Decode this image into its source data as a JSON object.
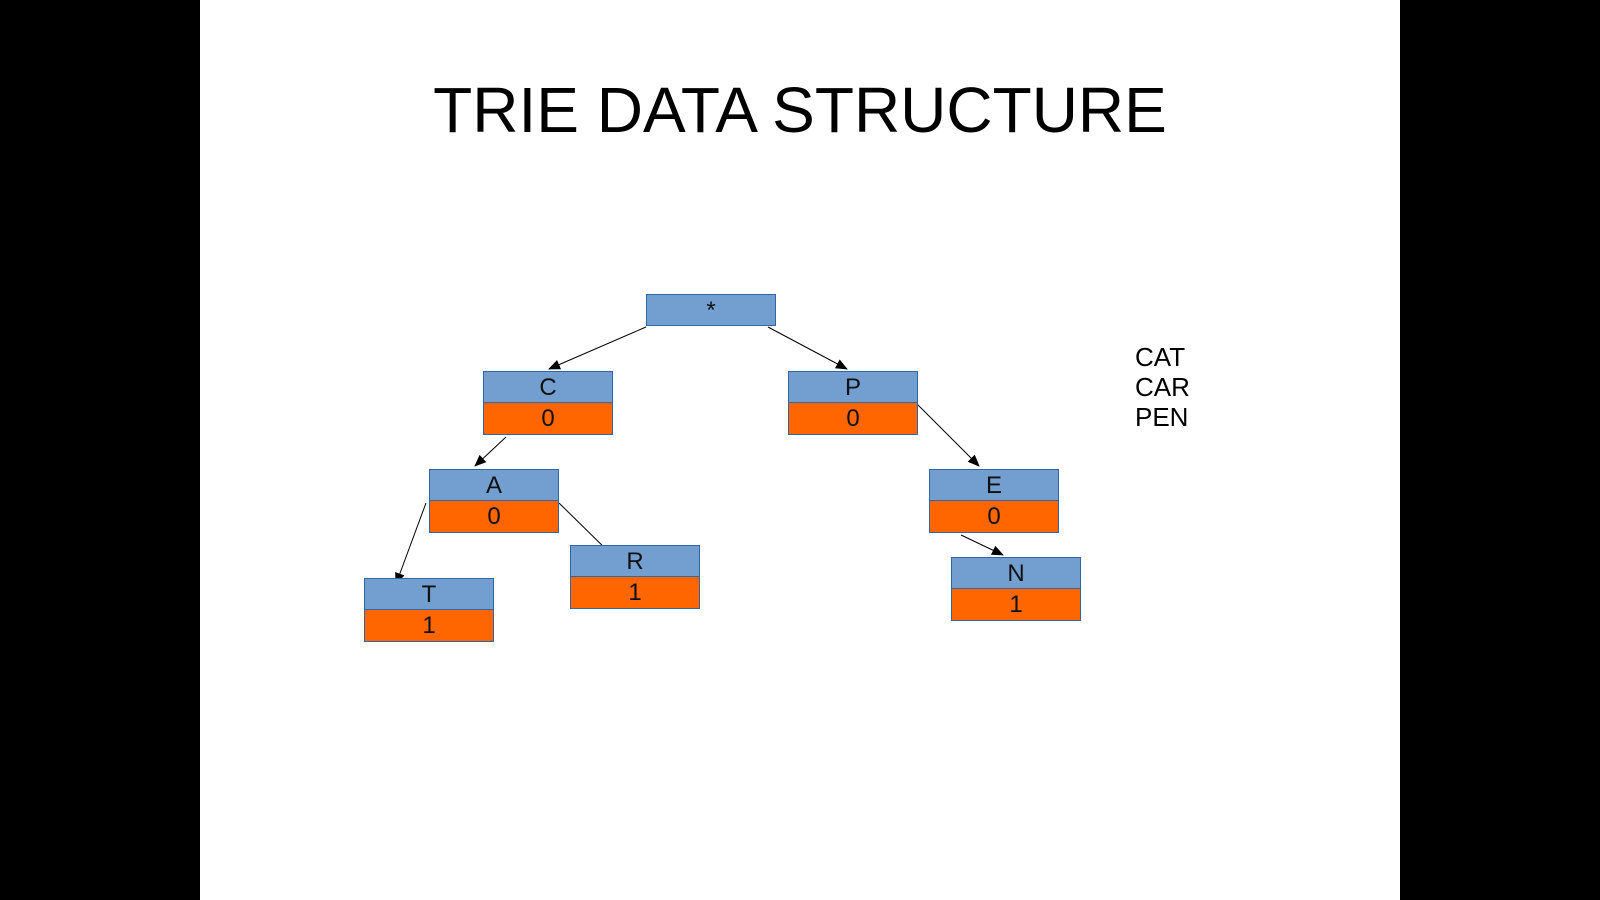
{
  "title": "TRIE DATA STRUCTURE",
  "colors": {
    "letter_fill": "#729fcf",
    "count_fill": "#ff6600",
    "border": "#3465a4",
    "edge": "#000000"
  },
  "nodes": [
    {
      "id": "root",
      "letter": "*"
    },
    {
      "id": "c",
      "letter": "C",
      "count": "0"
    },
    {
      "id": "p",
      "letter": "P",
      "count": "0"
    },
    {
      "id": "a",
      "letter": "A",
      "count": "0"
    },
    {
      "id": "e",
      "letter": "E",
      "count": "0"
    },
    {
      "id": "t",
      "letter": "T",
      "count": "1"
    },
    {
      "id": "r",
      "letter": "R",
      "count": "1"
    },
    {
      "id": "n",
      "letter": "N",
      "count": "1"
    }
  ],
  "edges": [
    {
      "from": "root",
      "to": "c"
    },
    {
      "from": "root",
      "to": "p"
    },
    {
      "from": "c",
      "to": "a"
    },
    {
      "from": "a",
      "to": "t"
    },
    {
      "from": "a",
      "to": "r"
    },
    {
      "from": "p",
      "to": "e"
    },
    {
      "from": "e",
      "to": "n"
    }
  ],
  "words": [
    "CAT",
    "CAR",
    "PEN"
  ]
}
